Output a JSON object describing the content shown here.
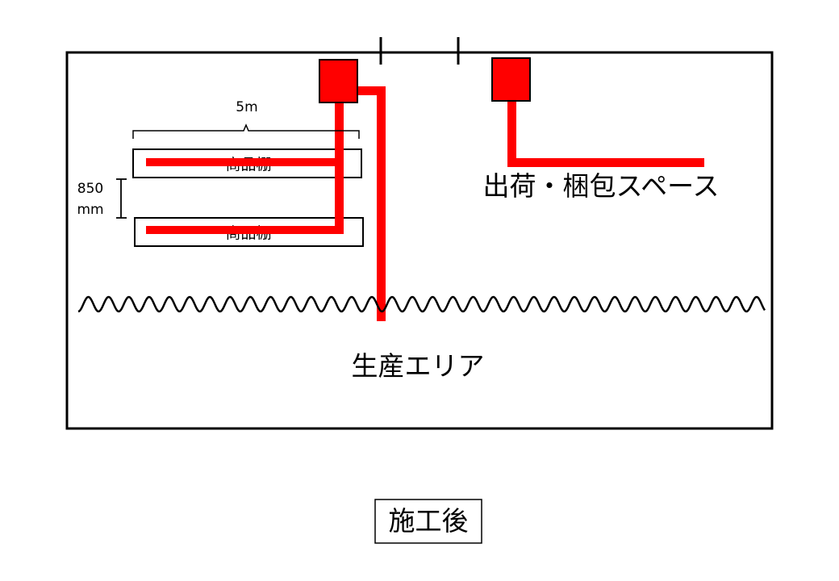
{
  "diagram": {
    "shelves": [
      {
        "label": "商品棚"
      },
      {
        "label": "商品棚"
      }
    ],
    "dimensions": {
      "shelf_length": "5m",
      "shelf_gap_value": "850",
      "shelf_gap_unit": "mm"
    },
    "areas": {
      "shipping": "出荷・梱包スペース",
      "production": "生産エリア"
    },
    "caption": "施工後",
    "colors": {
      "duct": "#ff0000",
      "unit_fill": "#ff0000",
      "outline": "#000000"
    }
  }
}
